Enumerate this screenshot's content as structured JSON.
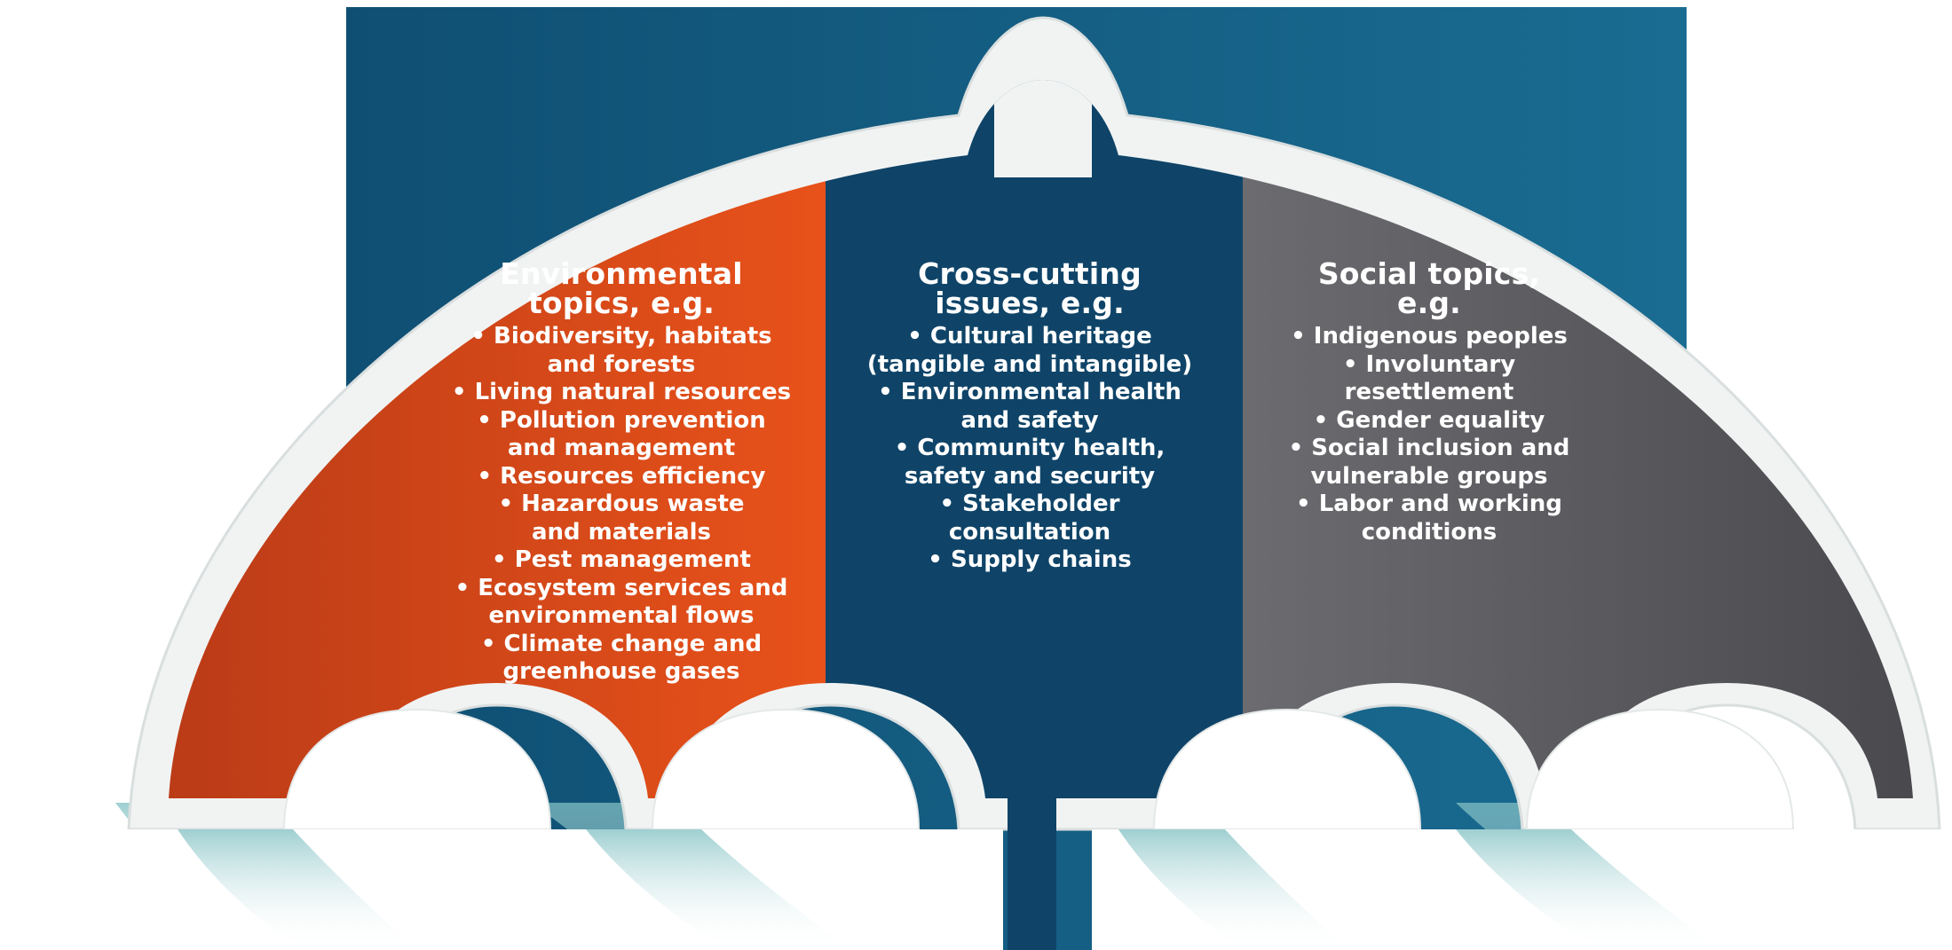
{
  "colors": {
    "background_blue": "#155e84",
    "environmental": "#d84a1b",
    "cross_cutting": "#0f4468",
    "social": "#5a5a5e",
    "frame": "#f2f2f2",
    "shadow": "#a8d3d3",
    "text": "#ffffff"
  },
  "icons": [
    "umbrella-canopy",
    "umbrella-handle"
  ],
  "columns": [
    {
      "heading": "Environmental\ntopics, e.g.",
      "items": [
        "• Biodiversity, habitats\nand forests",
        "• Living natural resources",
        "• Pollution prevention\nand management",
        "• Resources efficiency",
        "• Hazardous waste\nand materials",
        "• Pest management",
        "• Ecosystem services and\nenvironmental flows",
        "• Climate change and\ngreenhouse gases"
      ]
    },
    {
      "heading": "Cross-cutting\nissues, e.g.",
      "items": [
        "• Cultural heritage\n(tangible and intangible)",
        "• Environmental health\nand safety",
        "• Community health,\nsafety and security",
        "• Stakeholder\nconsultation",
        "• Supply chains"
      ]
    },
    {
      "heading": "Social topics,\ne.g.",
      "items": [
        "• Indigenous peoples",
        "• Involuntary\nresettlement",
        "• Gender equality",
        "• Social inclusion and\nvulnerable groups",
        "• Labor and working\nconditions"
      ]
    }
  ]
}
